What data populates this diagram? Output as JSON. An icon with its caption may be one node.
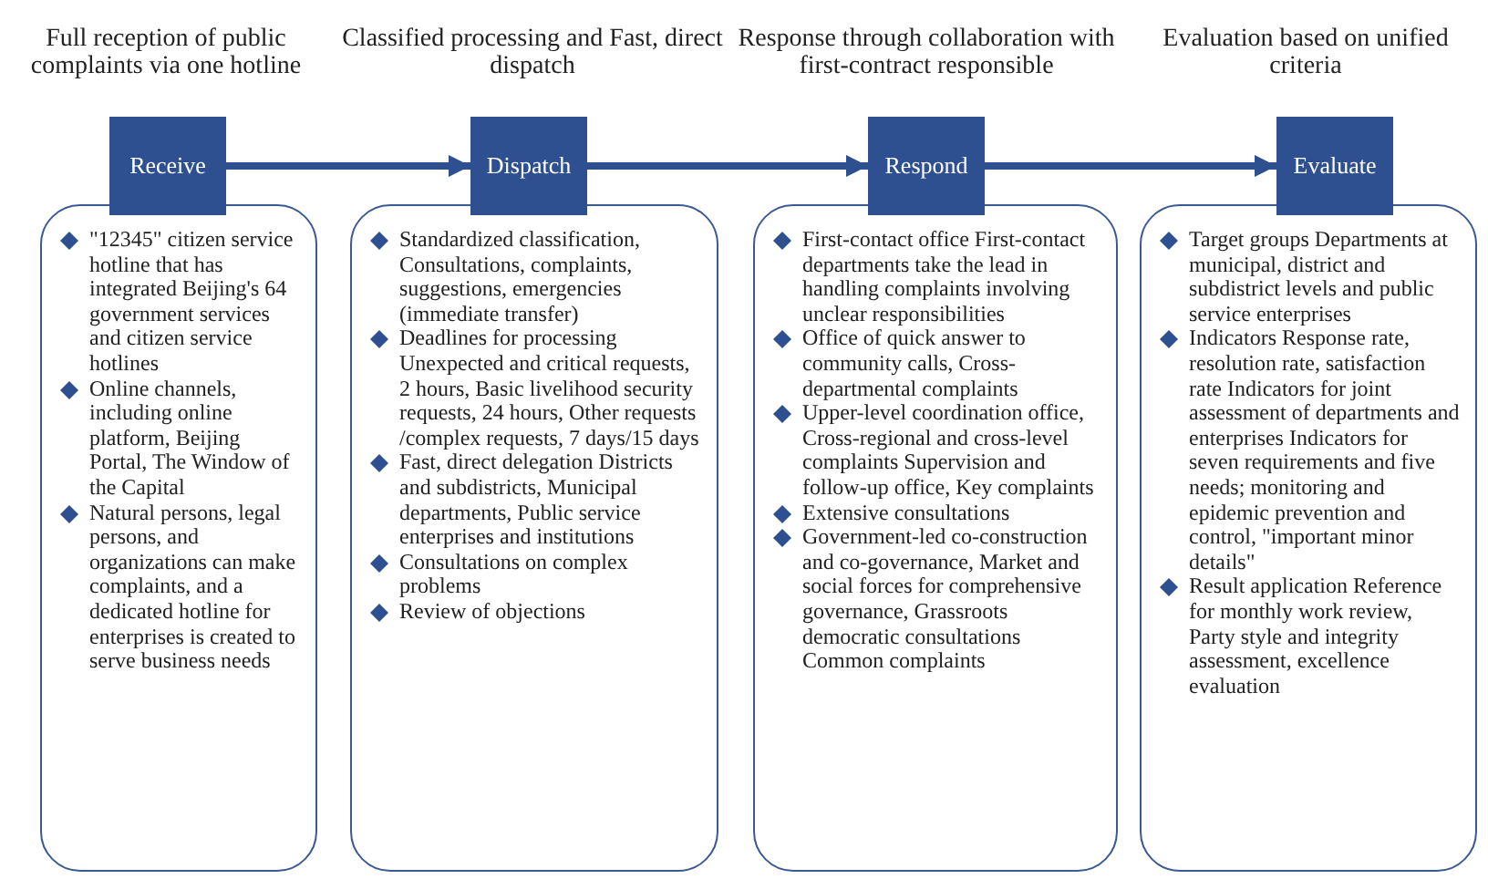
{
  "diagram": {
    "nodes": [
      {
        "text": [
          "Receive"
        ],
        "beside": [
          "Full reception of public complaints via one hotline"
        ]
      },
      {
        "text": [
          "Dispatch"
        ],
        "beside": [
          "Classified processing and Fast, direct dispatch"
        ]
      },
      {
        "text": [
          "Respond"
        ],
        "beside": [
          "Response through collaboration with first-contract responsible"
        ]
      },
      {
        "text": [
          "Evaluate"
        ],
        "beside": [
          "Evaluation based on unified criteria"
        ]
      },
      {
        "text": [
          "\"12345\" citizen service hotline that has integrated Beijing's 64 government services and citizen service hotlines",
          "Online channels, including online platform, Beijing Portal, The Window of the Capital",
          "Natural persons, legal persons, and organizations can make complaints, and a dedicated hotline for enterprises is created to serve business needs"
        ]
      },
      {
        "text": [
          "Standardized classification, Consultations, complaints, suggestions, emergencies (immediate transfer)",
          "Deadlines for processing Unexpected and critical requests, 2 hours, Basic livelihood security requests, 24 hours, Other requests /complex requests, 7 days/15 days",
          "Fast, direct delegation Districts and subdistricts, Municipal departments, Public service enterprises and institutions",
          "Consultations on complex problems",
          "Review of objections"
        ]
      },
      {
        "text": [
          "First-contact office First-contact departments take the lead in handling complaints involving unclear responsibilities",
          "Office of quick answer to community calls, Cross-departmental complaints",
          "Upper-level coordination office, Cross-regional and cross-level complaints Supervision and follow-up office, Key complaints",
          "Extensive consultations",
          "Government-led co-construction and co-governance, Market and social forces for comprehensive governance, Grassroots democratic consultations Common complaints"
        ]
      },
      {
        "text": [
          "Target groups Departments at municipal, district and subdistrict levels and public service enterprises",
          "Indicators Response rate, resolution rate, satisfaction rate Indicators for joint assessment of departments and enterprises Indicators for seven requirements and five needs; monitoring and epidemic prevention and control, \"important minor details\"",
          "Result application Reference for monthly work review, Party style and integrity assessment, excellence evaluation"
        ]
      }
    ],
    "edges": [
      {
        "from": 0,
        "to": 1,
        "arrow": "to"
      },
      {
        "from": 1,
        "to": 2,
        "arrow": "to"
      },
      {
        "from": 2,
        "to": 3,
        "arrow": "to"
      }
    ]
  }
}
